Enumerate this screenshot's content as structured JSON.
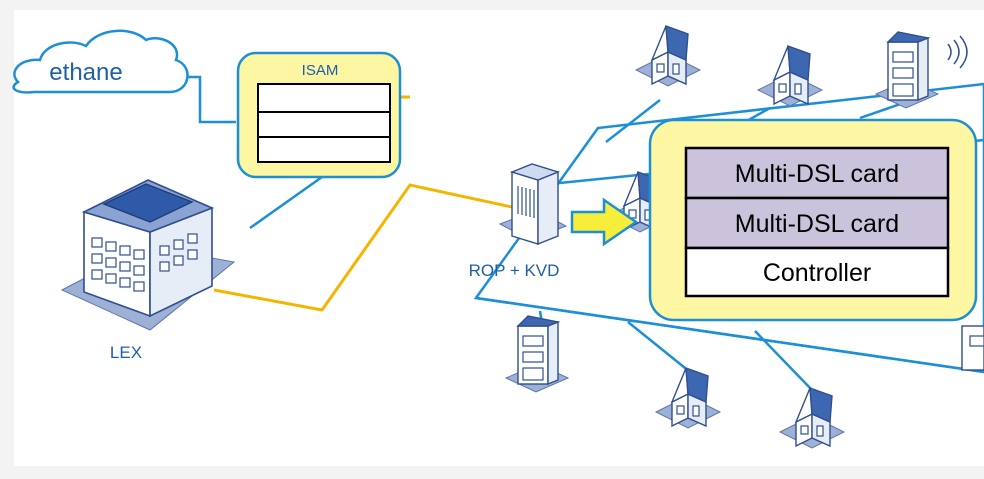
{
  "cloud": {
    "label": "ethane"
  },
  "isam": {
    "label": "ISAM"
  },
  "lex": {
    "label": "LEX"
  },
  "cabinet": {
    "label": "ROP + KVD"
  },
  "cards": {
    "items": [
      {
        "label": "Multi-DSL card"
      },
      {
        "label": "Multi-DSL card"
      },
      {
        "label": "Controller"
      }
    ]
  },
  "colors": {
    "line_blue": "#1c8fd6",
    "line_orange": "#f5b400",
    "callout_fill": "#fdf6a3",
    "card_purple": "#cbc3dc",
    "text_blue": "#1f5fa8"
  }
}
